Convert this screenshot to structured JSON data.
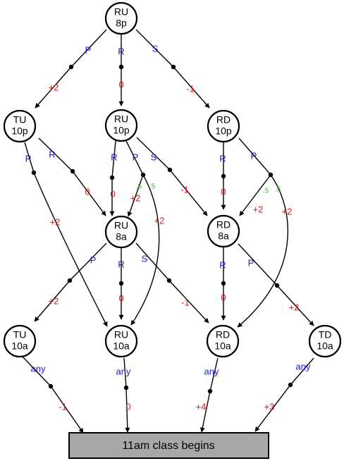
{
  "colors": {
    "action": "#1a1adb",
    "reward": "#e8161b",
    "probability": "#2fc42f",
    "terminal_fill": "#a8a8a8"
  },
  "nodes": [
    {
      "id": "ru8p",
      "line1": "RU",
      "line2": "8p"
    },
    {
      "id": "tu10p",
      "line1": "TU",
      "line2": "10p"
    },
    {
      "id": "ru10p",
      "line1": "RU",
      "line2": "10p"
    },
    {
      "id": "rd10p",
      "line1": "RD",
      "line2": "10p"
    },
    {
      "id": "ru8a",
      "line1": "RU",
      "line2": "8a"
    },
    {
      "id": "rd8a",
      "line1": "RD",
      "line2": "8a"
    },
    {
      "id": "tu10a",
      "line1": "TU",
      "line2": "10a"
    },
    {
      "id": "ru10a",
      "line1": "RU",
      "line2": "10a"
    },
    {
      "id": "rd10a",
      "line1": "RD",
      "line2": "10a"
    },
    {
      "id": "td10a",
      "line1": "TD",
      "line2": "10a"
    }
  ],
  "terminal": {
    "label": "11am class begins"
  },
  "action_labels": [
    "P",
    "R",
    "S",
    "P",
    "R",
    "R",
    "P",
    "S",
    "R",
    "P",
    "P",
    "R",
    "S",
    "R",
    "P",
    "any",
    "any",
    "any",
    "any"
  ],
  "reward_labels": [
    "+2",
    "0",
    "-1",
    "0",
    "+2",
    "0",
    "+2",
    "-1",
    "0",
    "+2",
    "+2",
    "+2",
    "0",
    "-1",
    "0",
    "+2",
    "-1",
    "0",
    "+4",
    "+3"
  ],
  "probability_labels": [
    ".5",
    ".5",
    ".5",
    ".5"
  ]
}
